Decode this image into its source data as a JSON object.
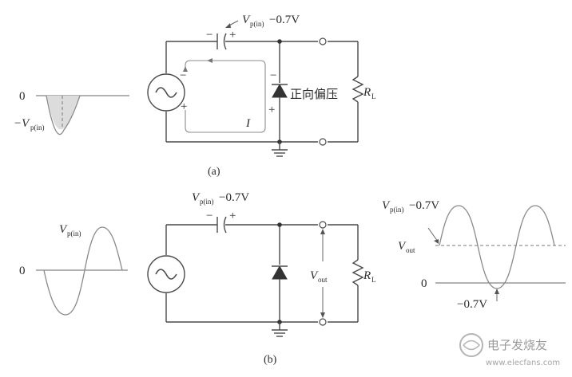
{
  "labels": {
    "zero": "0",
    "neg_vp": "−V",
    "vp_sub": "p(in)",
    "cap_voltage": "V",
    "cap_voltage_sub": "p(in)",
    "cap_voltage_suffix": "−0.7V",
    "plus": "+",
    "minus": "−",
    "current": "I",
    "forward_bias": "正向偏压",
    "rl": "R",
    "rl_sub": "L",
    "caption_a": "(a)",
    "caption_b": "(b)",
    "vp": "V",
    "vout": "V",
    "vout_sub": "out",
    "neg_07": "−0.7V"
  },
  "watermark": {
    "text": "电子发烧友",
    "url": "www.elecfans.com"
  }
}
